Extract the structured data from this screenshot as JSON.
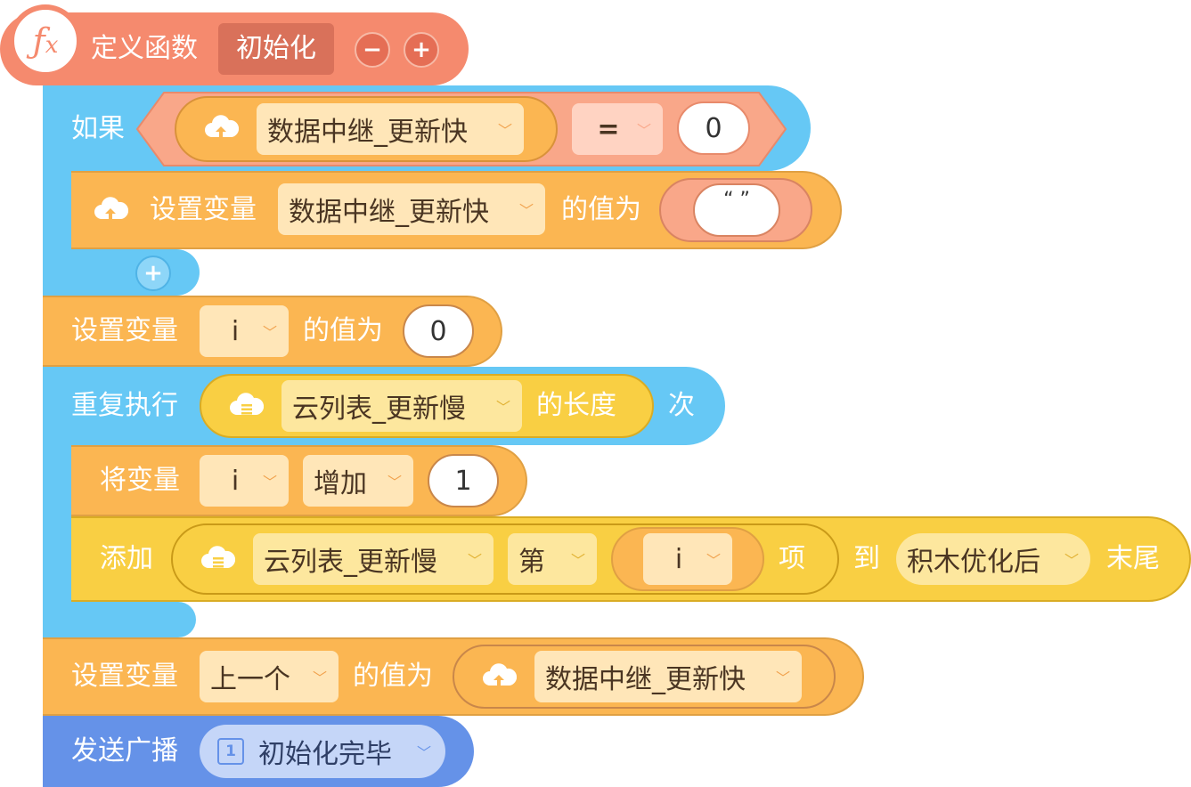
{
  "define_function": {
    "label": "定义函数",
    "name": "初始化",
    "minus": "−",
    "plus": "+",
    "fx_icon": "function-icon"
  },
  "if_block": {
    "label": "如果",
    "variable": "数据中继_更新快",
    "operator": "=",
    "value": "0",
    "add": "+"
  },
  "set_in_if": {
    "label": "设置变量",
    "variable": "数据中继_更新快",
    "value_label": "的值为",
    "string_value": "“ ”"
  },
  "set_i": {
    "label": "设置变量",
    "variable": "i",
    "value_label": "的值为",
    "value": "0"
  },
  "repeat": {
    "label": "重复执行",
    "list": "云列表_更新慢",
    "length_label": "的长度",
    "times": "次"
  },
  "change_i": {
    "label": "将变量",
    "variable": "i",
    "op": "增加",
    "value": "1"
  },
  "append": {
    "label": "添加",
    "list": "云列表_更新慢",
    "index_label": "第",
    "index_var": "i",
    "item": "项",
    "to": "到",
    "target_list": "积木优化后",
    "tail": "末尾"
  },
  "set_prev": {
    "label": "设置变量",
    "variable": "上一个",
    "value_label": "的值为",
    "source": "数据中继_更新快"
  },
  "broadcast": {
    "label": "发送广播",
    "message": "初始化完毕",
    "badge": "1"
  },
  "colors": {
    "function": "#f58a6e",
    "control": "#66c8f5",
    "variable": "#fbb652",
    "list": "#f9cf43",
    "event": "#6592e8",
    "operator": "#f9a789"
  }
}
